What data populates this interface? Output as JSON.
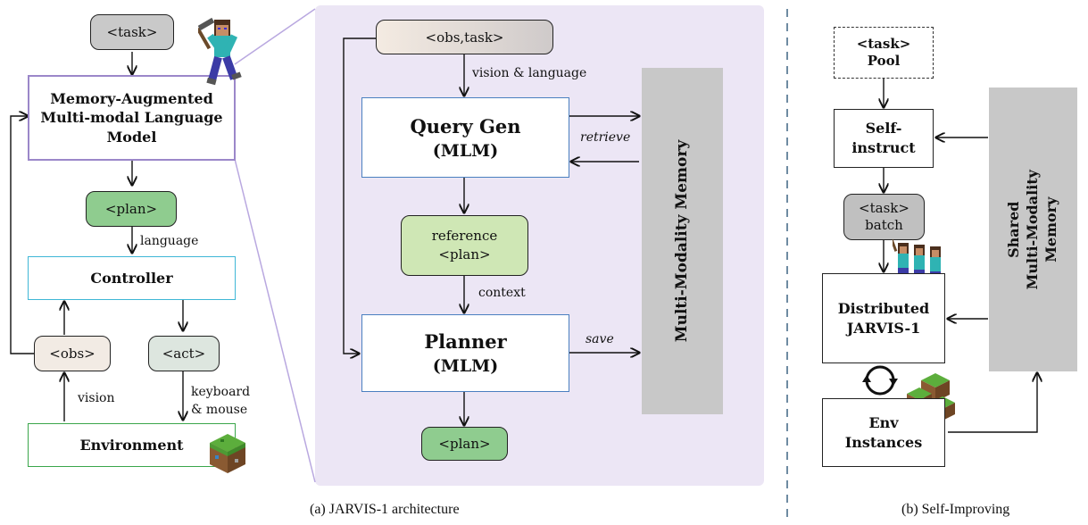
{
  "left": {
    "task": "<task>",
    "mlm": "Memory-Augmented Multi-modal Language Model",
    "plan": "<plan>",
    "language": "language",
    "controller": "Controller",
    "obs": "<obs>",
    "act": "<act>",
    "vision": "vision",
    "keyboard": "keyboard",
    "mouse": "& mouse",
    "environment": "Environment"
  },
  "middle": {
    "obs_task": "<obs,task>",
    "vision_language": "vision & language",
    "query_gen_title": "Query Gen",
    "query_gen_sub": "(MLM)",
    "retrieve": "retrieve",
    "reference": "reference",
    "reference_plan": "<plan>",
    "context": "context",
    "planner_title": "Planner",
    "planner_sub": "(MLM)",
    "save": "save",
    "plan_out": "<plan>",
    "memory": "Multi-Modality Memory"
  },
  "right": {
    "pool_line1": "<task>",
    "pool_line2": "Pool",
    "self_instruct": "Self-instruct",
    "batch_line1": "<task>",
    "batch_line2": "batch",
    "distributed_line1": "Distributed",
    "distributed_line2": "JARVIS-1",
    "env_line1": "Env",
    "env_line2": "Instances",
    "shared_memory_line1": "Shared",
    "shared_memory_line2": "Multi-Modality",
    "shared_memory_line3": "Memory"
  },
  "captions": {
    "a": "(a) JARVIS-1 architecture",
    "b": "(b) Self-Improving"
  },
  "colors": {
    "purple_panel": "#ece6f5",
    "mlm_border": "#9b87c9",
    "plan_green": "#8fcc8f",
    "reference_green": "#cfe7b5",
    "controller_border": "#3fb7d6",
    "environment_border": "#3aa64a",
    "query_border": "#4a7fc0",
    "memory_gray": "#c8c8c8",
    "obs_fill": "#f2ebe4",
    "act_fill": "#dde6df",
    "task_gray": "#c9c9c9",
    "dashed_divider": "#4a6e8a"
  },
  "icons": [
    "minecraft-steve-icon",
    "minecraft-grass-block-icon",
    "cycle-arrows-icon",
    "minecraft-agents-icon",
    "minecraft-blocks-icon"
  ]
}
